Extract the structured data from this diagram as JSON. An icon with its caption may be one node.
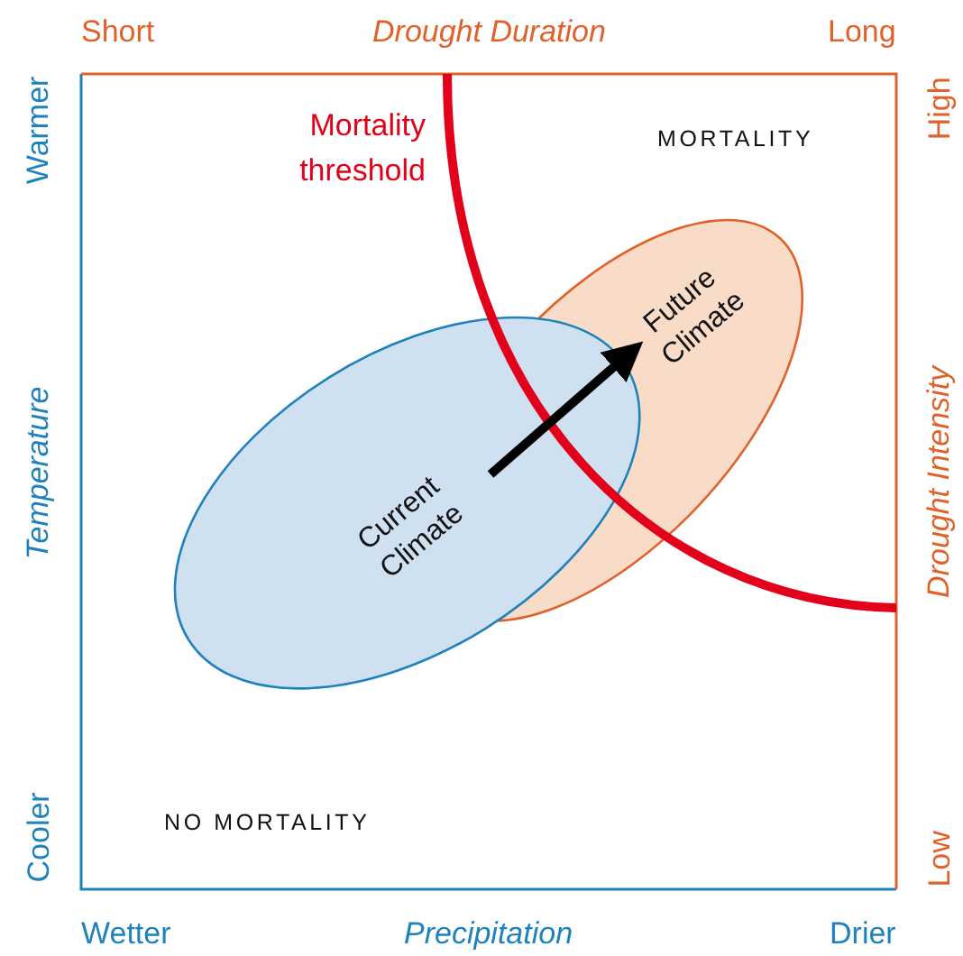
{
  "diagram": {
    "nodes": [
      {
        "text": [
          "Current Climate"
        ]
      },
      {
        "text": [
          "Future Climate"
        ]
      }
    ],
    "edges": [
      {
        "from": 0,
        "to": 1,
        "arrow": "to"
      }
    ],
    "labels": [
      "Short",
      "Drought Duration",
      "Long",
      "Warmer",
      "Temperature",
      "Cooler",
      "High",
      "Drought Intensity",
      "Low",
      "Mortality threshold",
      "MORTALITY",
      "NO MORTALITY",
      "Wetter",
      "Precipitation",
      "Drier"
    ]
  }
}
